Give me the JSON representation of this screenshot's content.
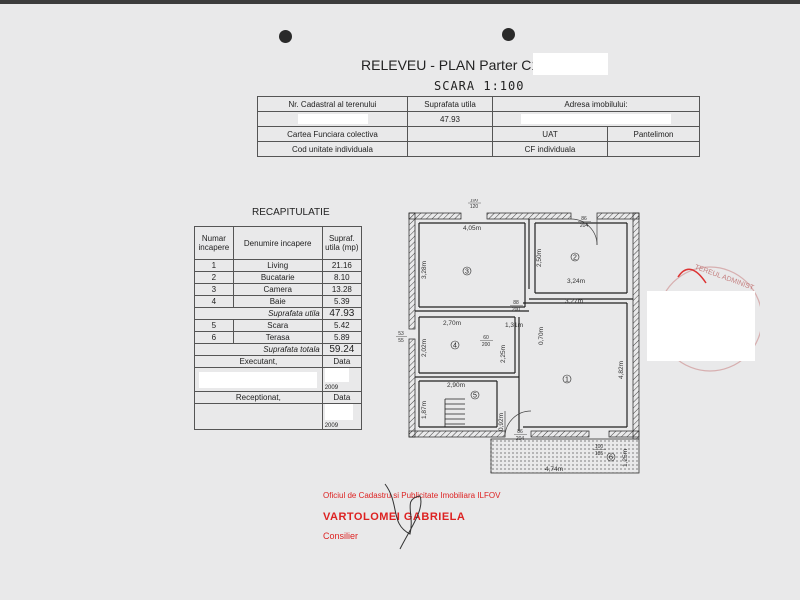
{
  "title": "RELEVEU - PLAN  Parter C1",
  "scale": "SCARA 1:100",
  "info_table": {
    "nr_cadastral_label": "Nr. Cadastral al terenului",
    "suprafata_label": "Suprafata utila",
    "suprafata_value": "47.93",
    "adresa_label": "Adresa imobilului:",
    "carte_funciara_label": "Cartea Funciara colectiva",
    "uat_label": "UAT",
    "uat_value": "Pantelimon",
    "cod_unitate_label": "Cod unitate individuala",
    "cf_individuala_label": "CF individuala"
  },
  "recap": {
    "title": "RECAPITULATIE",
    "headers": {
      "numar": "Numar incapere",
      "denumire": "Denumire incapere",
      "supraf": "Supraf. utila (mp)"
    },
    "rows": [
      {
        "nr": "1",
        "name": "Living",
        "area": "21.16"
      },
      {
        "nr": "2",
        "name": "Bucatarie",
        "area": "8.10"
      },
      {
        "nr": "3",
        "name": "Camera",
        "area": "13.28"
      },
      {
        "nr": "4",
        "name": "Baie",
        "area": "5.39"
      }
    ],
    "suprafata_utila_label": "Suprafata utila",
    "suprafata_utila_value": "47.93",
    "extra_rows": [
      {
        "nr": "5",
        "name": "Scara",
        "area": "5.42"
      },
      {
        "nr": "6",
        "name": "Terasa",
        "area": "5.89"
      }
    ],
    "suprafata_totala_label": "Suprafata totala",
    "suprafata_totala_value": "59.24",
    "executant_label": "Executant,",
    "data_label": "Data",
    "executant_year": "2009",
    "receptionat_label": "Receptionat,",
    "receptionat_year": "2009"
  },
  "plan": {
    "dims": {
      "top_room3": "4,05m",
      "room3_height": "3,28m",
      "room2_height": "2,50m",
      "room2_width": "3,24m",
      "room1_width": "3,27m",
      "room4_width": "2,70m",
      "corridor": "1,31m",
      "corridor_h": "0,70m",
      "room4_height": "2,02m",
      "room4_h2": "2,25m",
      "room5_width": "2,90m",
      "room5_height": "1,87m",
      "room5_h2": "0,92m",
      "room1_height": "4,82m",
      "terrace_width": "4,74m",
      "terrace_height": "1,25m"
    },
    "openings": {
      "o1_top": "100",
      "o1_bot": "120",
      "o2_top": "86",
      "o2_bot": "204",
      "o3_top": "88",
      "o3_bot": "200",
      "o4_top": "60",
      "o4_bot": "200",
      "o5_top": "53",
      "o5_bot": "55",
      "o6_top": "86",
      "o6_bot": "204",
      "o7_top": "100",
      "o7_bot": "185"
    },
    "room_numbers": [
      "1",
      "2",
      "3",
      "4",
      "5",
      "6"
    ]
  },
  "stamp": {
    "line1": "Oficiul de Cadastru si Publicitate Imobiliara ILFOV",
    "name": "VARTOLOMEI GABRIELA",
    "role": "Consilier"
  },
  "round_stamp_text": "TEREUL ADMINIST",
  "colors": {
    "paper": "#e9e9ea",
    "stamp_red": "#d22222",
    "lines": "#333333"
  }
}
